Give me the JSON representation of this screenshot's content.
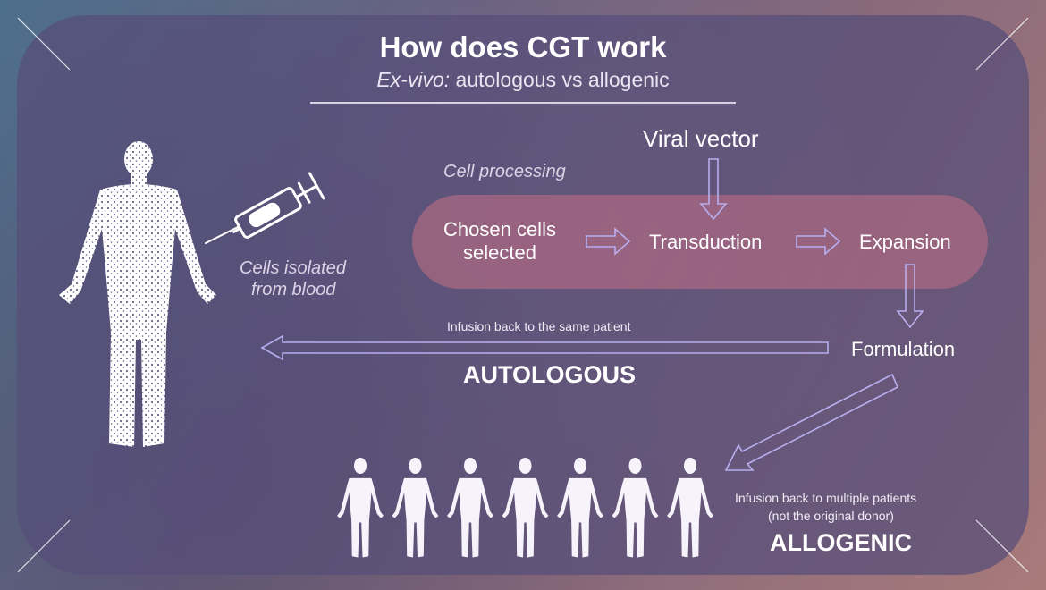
{
  "header": {
    "title": "How does CGT work",
    "subtitle_em": "Ex-vivo:",
    "subtitle_rest": " autologous vs allogenic"
  },
  "labels": {
    "cells_isolated_line1": "Cells isolated",
    "cells_isolated_line2": "from blood",
    "cell_processing": "Cell processing",
    "viral_vector": "Viral vector"
  },
  "steps": {
    "chosen_line1": "Chosen cells",
    "chosen_line2": "selected",
    "transduction": "Transduction",
    "expansion": "Expansion",
    "formulation": "Formulation"
  },
  "autologous": {
    "note": "Infusion back to the same patient",
    "label": "AUTOLOGOUS"
  },
  "allogenic": {
    "note_line1": "Infusion back to multiple patients",
    "note_line2": "(not the original donor)",
    "label": "ALLOGENIC",
    "patient_count": 7
  },
  "colors": {
    "arrow": "#b8aef0",
    "panel": "#564e78",
    "band": "#aa6882",
    "text": "#ffffff"
  }
}
